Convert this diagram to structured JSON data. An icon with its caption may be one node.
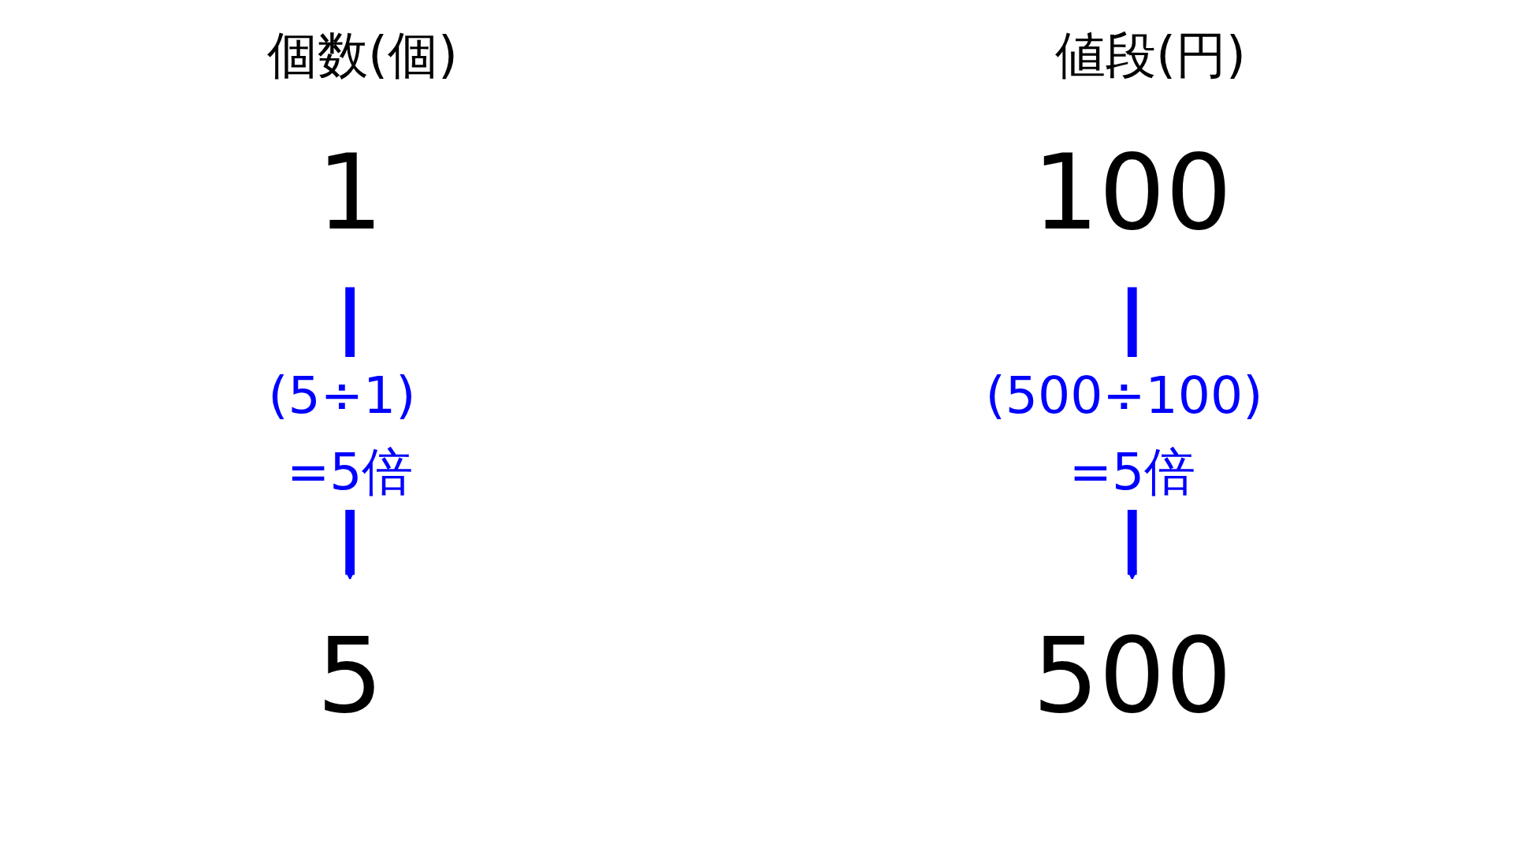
{
  "diagram": {
    "nodes": [
      {
        "text": [
          "1"
        ]
      },
      {
        "text": [
          "100"
        ]
      },
      {
        "text": [
          "5"
        ]
      },
      {
        "text": [
          "500"
        ]
      }
    ],
    "edges": [
      {
        "from": 0,
        "to": 2,
        "arrow": "to",
        "label": "(5÷1) =5倍",
        "color": "#0000ff"
      },
      {
        "from": 1,
        "to": 3,
        "arrow": "to",
        "label": "(500÷100) =5倍",
        "color": "#0000ff"
      }
    ],
    "labels": [
      "個数(個)",
      "値段(円)"
    ]
  }
}
